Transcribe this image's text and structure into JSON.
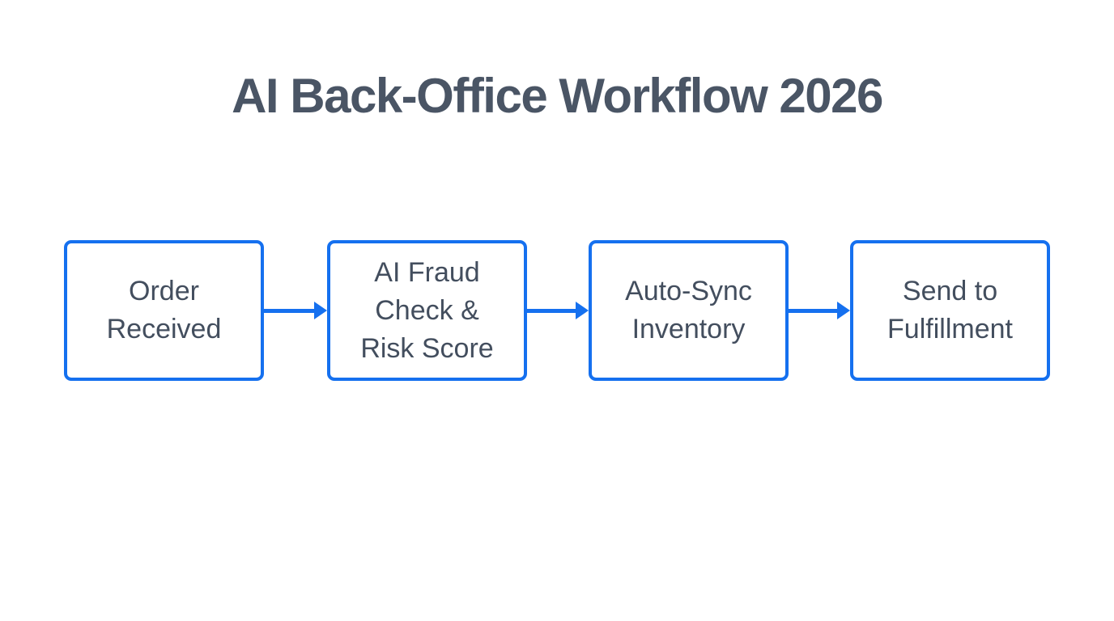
{
  "title": "AI Back-Office Workflow 2026",
  "colors": {
    "background": "#FFFFFF",
    "accent_blue": "#1570EF",
    "title_text": "#4A5565",
    "node_text": "#434E5E",
    "node_fill": "#FFFFFF"
  },
  "flow": {
    "nodes": [
      {
        "label": "Order\nReceived"
      },
      {
        "label": "AI Fraud\nCheck &\nRisk Score"
      },
      {
        "label": "Auto-Sync\nInventory"
      },
      {
        "label": "Send to\nFulfillment"
      }
    ]
  }
}
